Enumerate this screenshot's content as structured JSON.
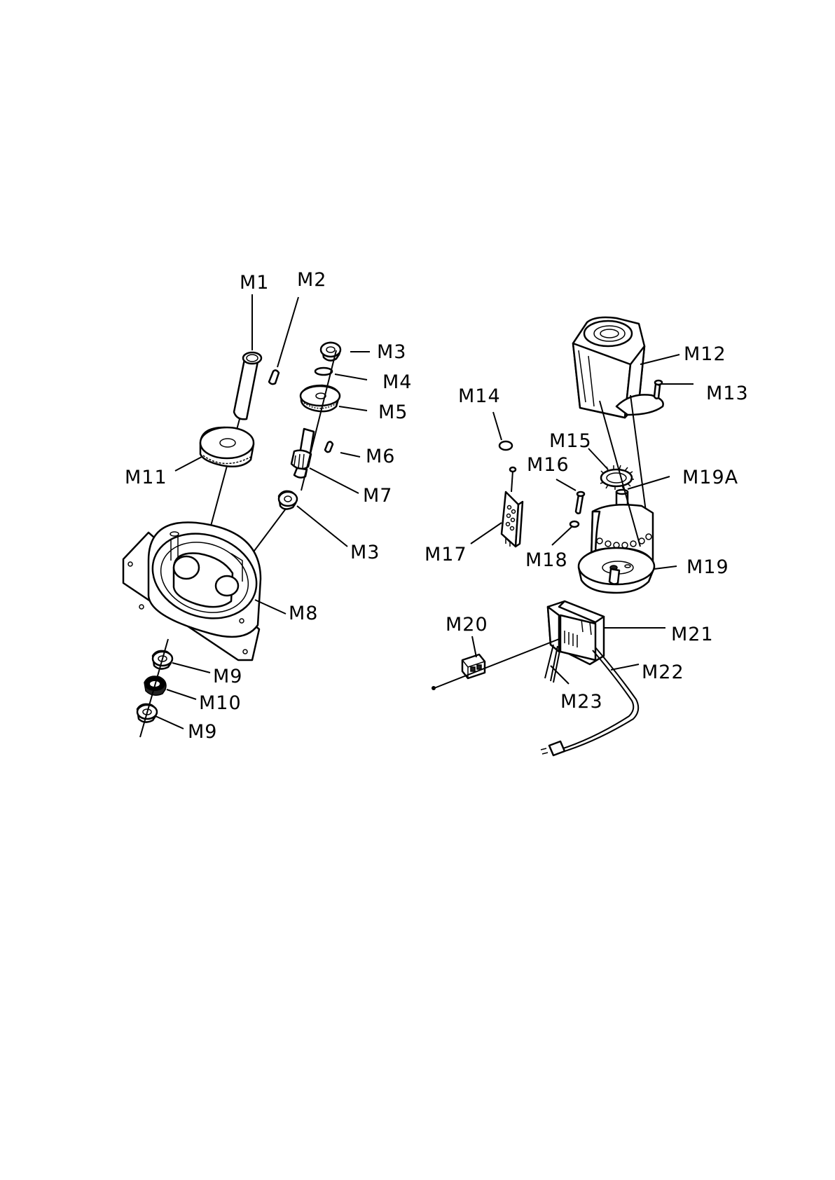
{
  "labels": {
    "m1": "M1",
    "m2": "M2",
    "m3_top": "M3",
    "m4": "M4",
    "m5": "M5",
    "m6": "M6",
    "m7": "M7",
    "m3_low": "M3",
    "m8": "M8",
    "m9_top": "M9",
    "m10": "M10",
    "m9_low": "M9",
    "m11": "M11",
    "m12": "M12",
    "m13": "M13",
    "m14": "M14",
    "m15": "M15",
    "m16": "M16",
    "m17": "M17",
    "m18": "M18",
    "m19": "M19",
    "m19a": "M19A",
    "m20": "M20",
    "m21": "M21",
    "m22": "M22",
    "m23": "M23"
  }
}
